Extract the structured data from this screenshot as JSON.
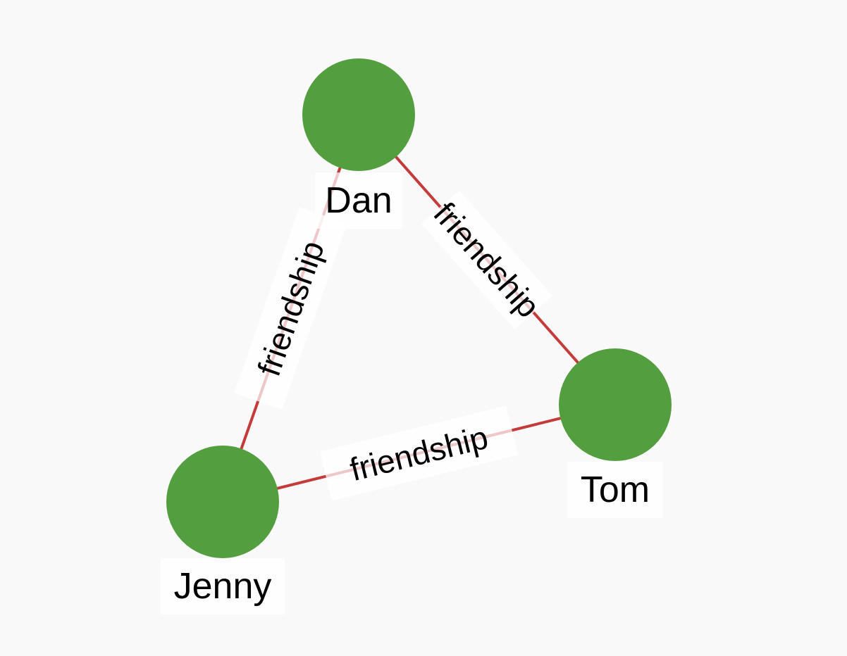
{
  "graph": {
    "node_color": "#539e3e",
    "edge_color": "#c33c3a",
    "nodes": [
      {
        "id": "dan",
        "label": "Dan"
      },
      {
        "id": "tom",
        "label": "Tom"
      },
      {
        "id": "jenny",
        "label": "Jenny"
      }
    ],
    "edges": [
      {
        "id": "dan-tom",
        "source": "dan",
        "target": "tom",
        "label": "friendship"
      },
      {
        "id": "dan-jenny",
        "source": "dan",
        "target": "jenny",
        "label": "friendship"
      },
      {
        "id": "jenny-tom",
        "source": "jenny",
        "target": "tom",
        "label": "friendship"
      }
    ]
  }
}
